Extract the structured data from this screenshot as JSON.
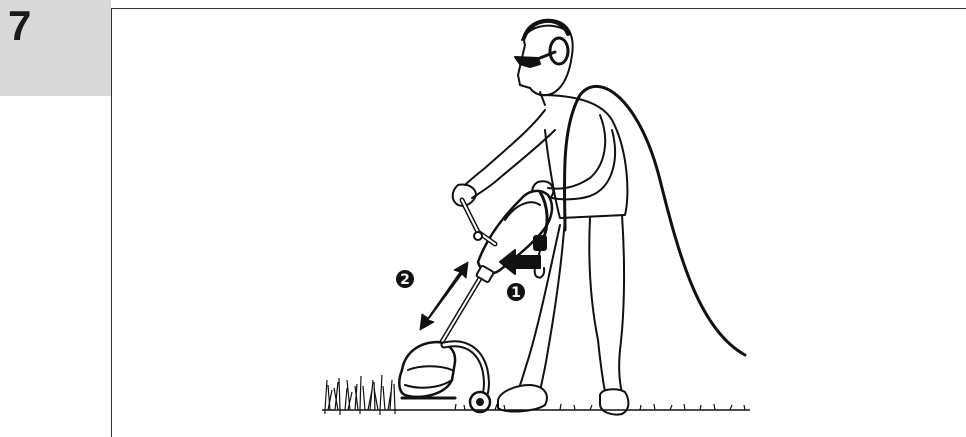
{
  "step": {
    "number": "7"
  },
  "callouts": {
    "one": "1",
    "two": "2"
  },
  "colors": {
    "step_background": "#d9d9d9",
    "line_art": "#111111"
  },
  "icons": [
    "push-arrow-icon",
    "double-arrow-icon"
  ]
}
